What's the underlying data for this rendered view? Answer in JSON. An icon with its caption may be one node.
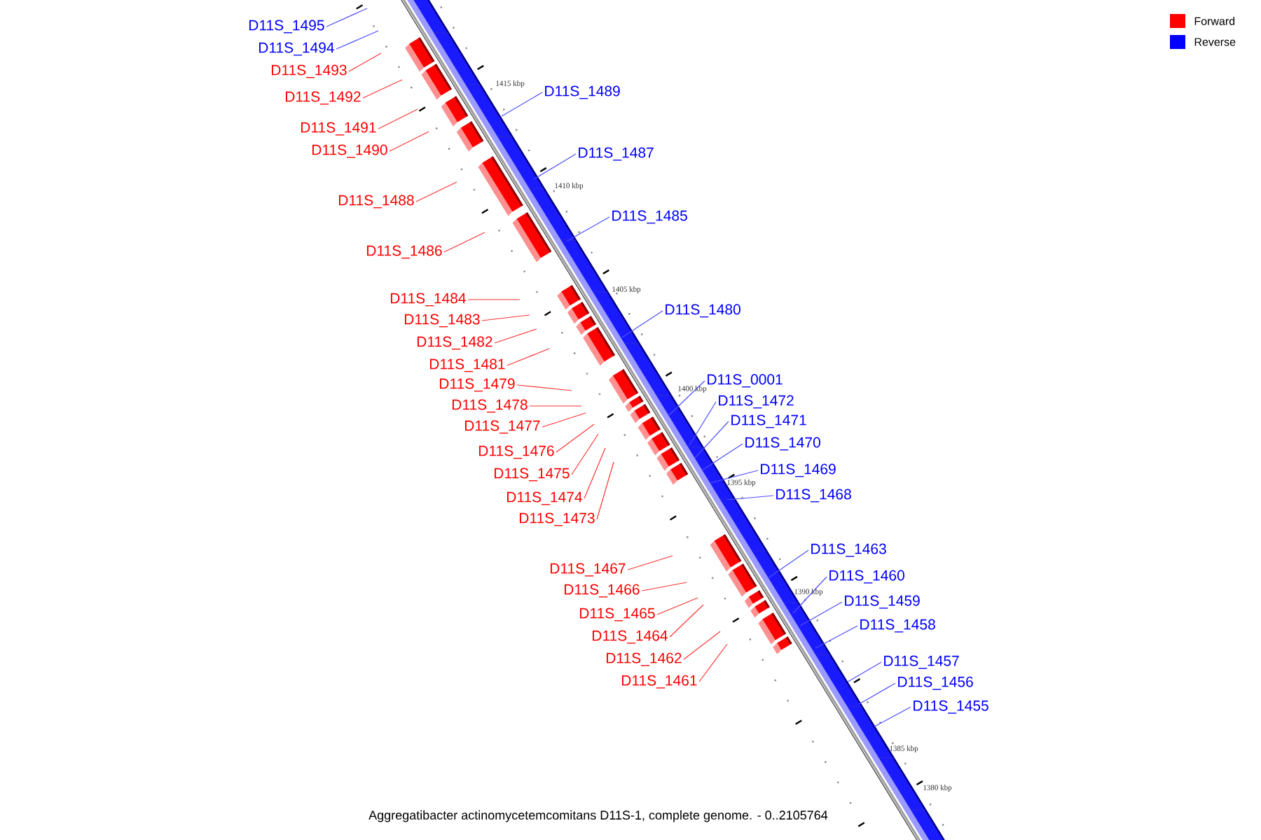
{
  "diagram": {
    "caption": "Aggregatibacter actinomycetemcomitans D11S-1, complete genome. - 0..2105764",
    "nodes": [
      {
        "text": [
          "D11S_1495"
        ]
      },
      {
        "text": [
          "D11S_1494"
        ]
      },
      {
        "text": [
          "D11S_1493"
        ]
      },
      {
        "text": [
          "D11S_1489"
        ]
      },
      {
        "text": [
          "D11S_1492"
        ]
      },
      {
        "text": [
          "D11S_1491"
        ]
      },
      {
        "text": [
          "D11S_1490"
        ]
      },
      {
        "text": [
          "D11S_1487"
        ]
      },
      {
        "text": [
          "D11S_1488"
        ]
      },
      {
        "text": [
          "D11S_1485"
        ]
      },
      {
        "text": [
          "D11S_1486"
        ]
      },
      {
        "text": [
          "D11S_1484"
        ]
      },
      {
        "text": [
          "D11S_1480"
        ]
      },
      {
        "text": [
          "D11S_1483"
        ]
      },
      {
        "text": [
          "D11S_1482"
        ]
      },
      {
        "text": [
          "D11S_1481"
        ]
      },
      {
        "text": [
          "D11S_0001"
        ]
      },
      {
        "text": [
          "D11S_1479"
        ]
      },
      {
        "text": [
          "D11S_1472"
        ]
      },
      {
        "text": [
          "D11S_1478"
        ]
      },
      {
        "text": [
          "D11S_1471"
        ]
      },
      {
        "text": [
          "D11S_1477"
        ]
      },
      {
        "text": [
          "D11S_1470"
        ]
      },
      {
        "text": [
          "D11S_1476"
        ]
      },
      {
        "text": [
          "D11S_1469"
        ]
      },
      {
        "text": [
          "D11S_1475"
        ]
      },
      {
        "text": [
          "D11S_1468"
        ]
      },
      {
        "text": [
          "D11S_1474"
        ]
      },
      {
        "text": [
          "D11S_1473"
        ]
      },
      {
        "text": [
          "D11S_1463"
        ]
      },
      {
        "text": [
          "D11S_1467"
        ]
      },
      {
        "text": [
          "D11S_1460"
        ]
      },
      {
        "text": [
          "D11S_1466"
        ]
      },
      {
        "text": [
          "D11S_1459"
        ]
      },
      {
        "text": [
          "D11S_1465"
        ]
      },
      {
        "text": [
          "D11S_1458"
        ]
      },
      {
        "text": [
          "D11S_1464"
        ]
      },
      {
        "text": [
          "D11S_1462"
        ]
      },
      {
        "text": [
          "D11S_1457"
        ]
      },
      {
        "text": [
          "D11S_1461"
        ]
      },
      {
        "text": [
          "D11S_1456"
        ]
      },
      {
        "text": [
          "D11S_1455"
        ]
      }
    ],
    "edges": [
      {
        "from": 0,
        "to": null,
        "arrow": "none",
        "color": "#4d4dff"
      },
      {
        "from": 1,
        "to": null,
        "arrow": "none",
        "color": "#4d4dff"
      },
      {
        "from": 2,
        "to": null,
        "arrow": "none"
      },
      {
        "from": 3,
        "to": null,
        "arrow": "none",
        "color": "#4d4dff"
      },
      {
        "from": 4,
        "to": null,
        "arrow": "none"
      },
      {
        "from": 5,
        "to": null,
        "arrow": "none"
      },
      {
        "from": 6,
        "to": null,
        "arrow": "none"
      },
      {
        "from": 7,
        "to": null,
        "arrow": "none",
        "color": "#4d4dff"
      },
      {
        "from": 8,
        "to": null,
        "arrow": "none"
      },
      {
        "from": 9,
        "to": null,
        "arrow": "none",
        "color": "#4d4dff"
      },
      {
        "from": 10,
        "to": null,
        "arrow": "none"
      },
      {
        "from": 11,
        "to": null,
        "arrow": "none"
      },
      {
        "from": 12,
        "to": null,
        "arrow": "none",
        "color": "#4d4dff"
      },
      {
        "from": 13,
        "to": null,
        "arrow": "none"
      },
      {
        "from": 14,
        "to": null,
        "arrow": "none"
      },
      {
        "from": 15,
        "to": null,
        "arrow": "none"
      },
      {
        "from": 16,
        "to": null,
        "arrow": "none",
        "color": "#4d4dff"
      },
      {
        "from": 17,
        "to": null,
        "arrow": "none"
      },
      {
        "from": 18,
        "to": null,
        "arrow": "none",
        "color": "#4d4dff"
      },
      {
        "from": 19,
        "to": null,
        "arrow": "none"
      },
      {
        "from": 20,
        "to": null,
        "arrow": "none",
        "color": "#4d4dff"
      },
      {
        "from": 21,
        "to": null,
        "arrow": "none"
      },
      {
        "from": 22,
        "to": null,
        "arrow": "none",
        "color": "#4d4dff"
      },
      {
        "from": 23,
        "to": null,
        "arrow": "none"
      },
      {
        "from": 24,
        "to": null,
        "arrow": "none",
        "color": "#4d4dff"
      },
      {
        "from": 25,
        "to": null,
        "arrow": "none"
      },
      {
        "from": 26,
        "to": null,
        "arrow": "none",
        "color": "#4d4dff"
      },
      {
        "from": 27,
        "to": null,
        "arrow": "none"
      },
      {
        "from": 28,
        "to": null,
        "arrow": "none"
      },
      {
        "from": 29,
        "to": null,
        "arrow": "none",
        "color": "#4d4dff"
      },
      {
        "from": 30,
        "to": null,
        "arrow": "none"
      },
      {
        "from": 31,
        "to": null,
        "arrow": "none",
        "color": "#4d4dff"
      },
      {
        "from": 32,
        "to": null,
        "arrow": "none"
      },
      {
        "from": 33,
        "to": null,
        "arrow": "none",
        "color": "#4d4dff"
      },
      {
        "from": 34,
        "to": null,
        "arrow": "none"
      },
      {
        "from": 35,
        "to": null,
        "arrow": "none",
        "color": "#4d4dff"
      },
      {
        "from": 36,
        "to": null,
        "arrow": "none"
      },
      {
        "from": 37,
        "to": null,
        "arrow": "none"
      },
      {
        "from": 38,
        "to": null,
        "arrow": "none",
        "color": "#4d4dff"
      },
      {
        "from": 39,
        "to": null,
        "arrow": "none"
      },
      {
        "from": 40,
        "to": null,
        "arrow": "none",
        "color": "#4d4dff"
      },
      {
        "from": 41,
        "to": null,
        "arrow": "none",
        "color": "#4d4dff"
      }
    ],
    "labels": [
      "1415 kbp",
      "1410 kbp",
      "1405 kbp",
      "1400 kbp",
      "1395 kbp",
      "1390 kbp",
      "1385 kbp",
      "1380 kbp"
    ],
    "legend": [
      {
        "text": "Forward",
        "color": "#ff0000"
      },
      {
        "text": "Reverse",
        "color": "#0000ff"
      }
    ]
  }
}
